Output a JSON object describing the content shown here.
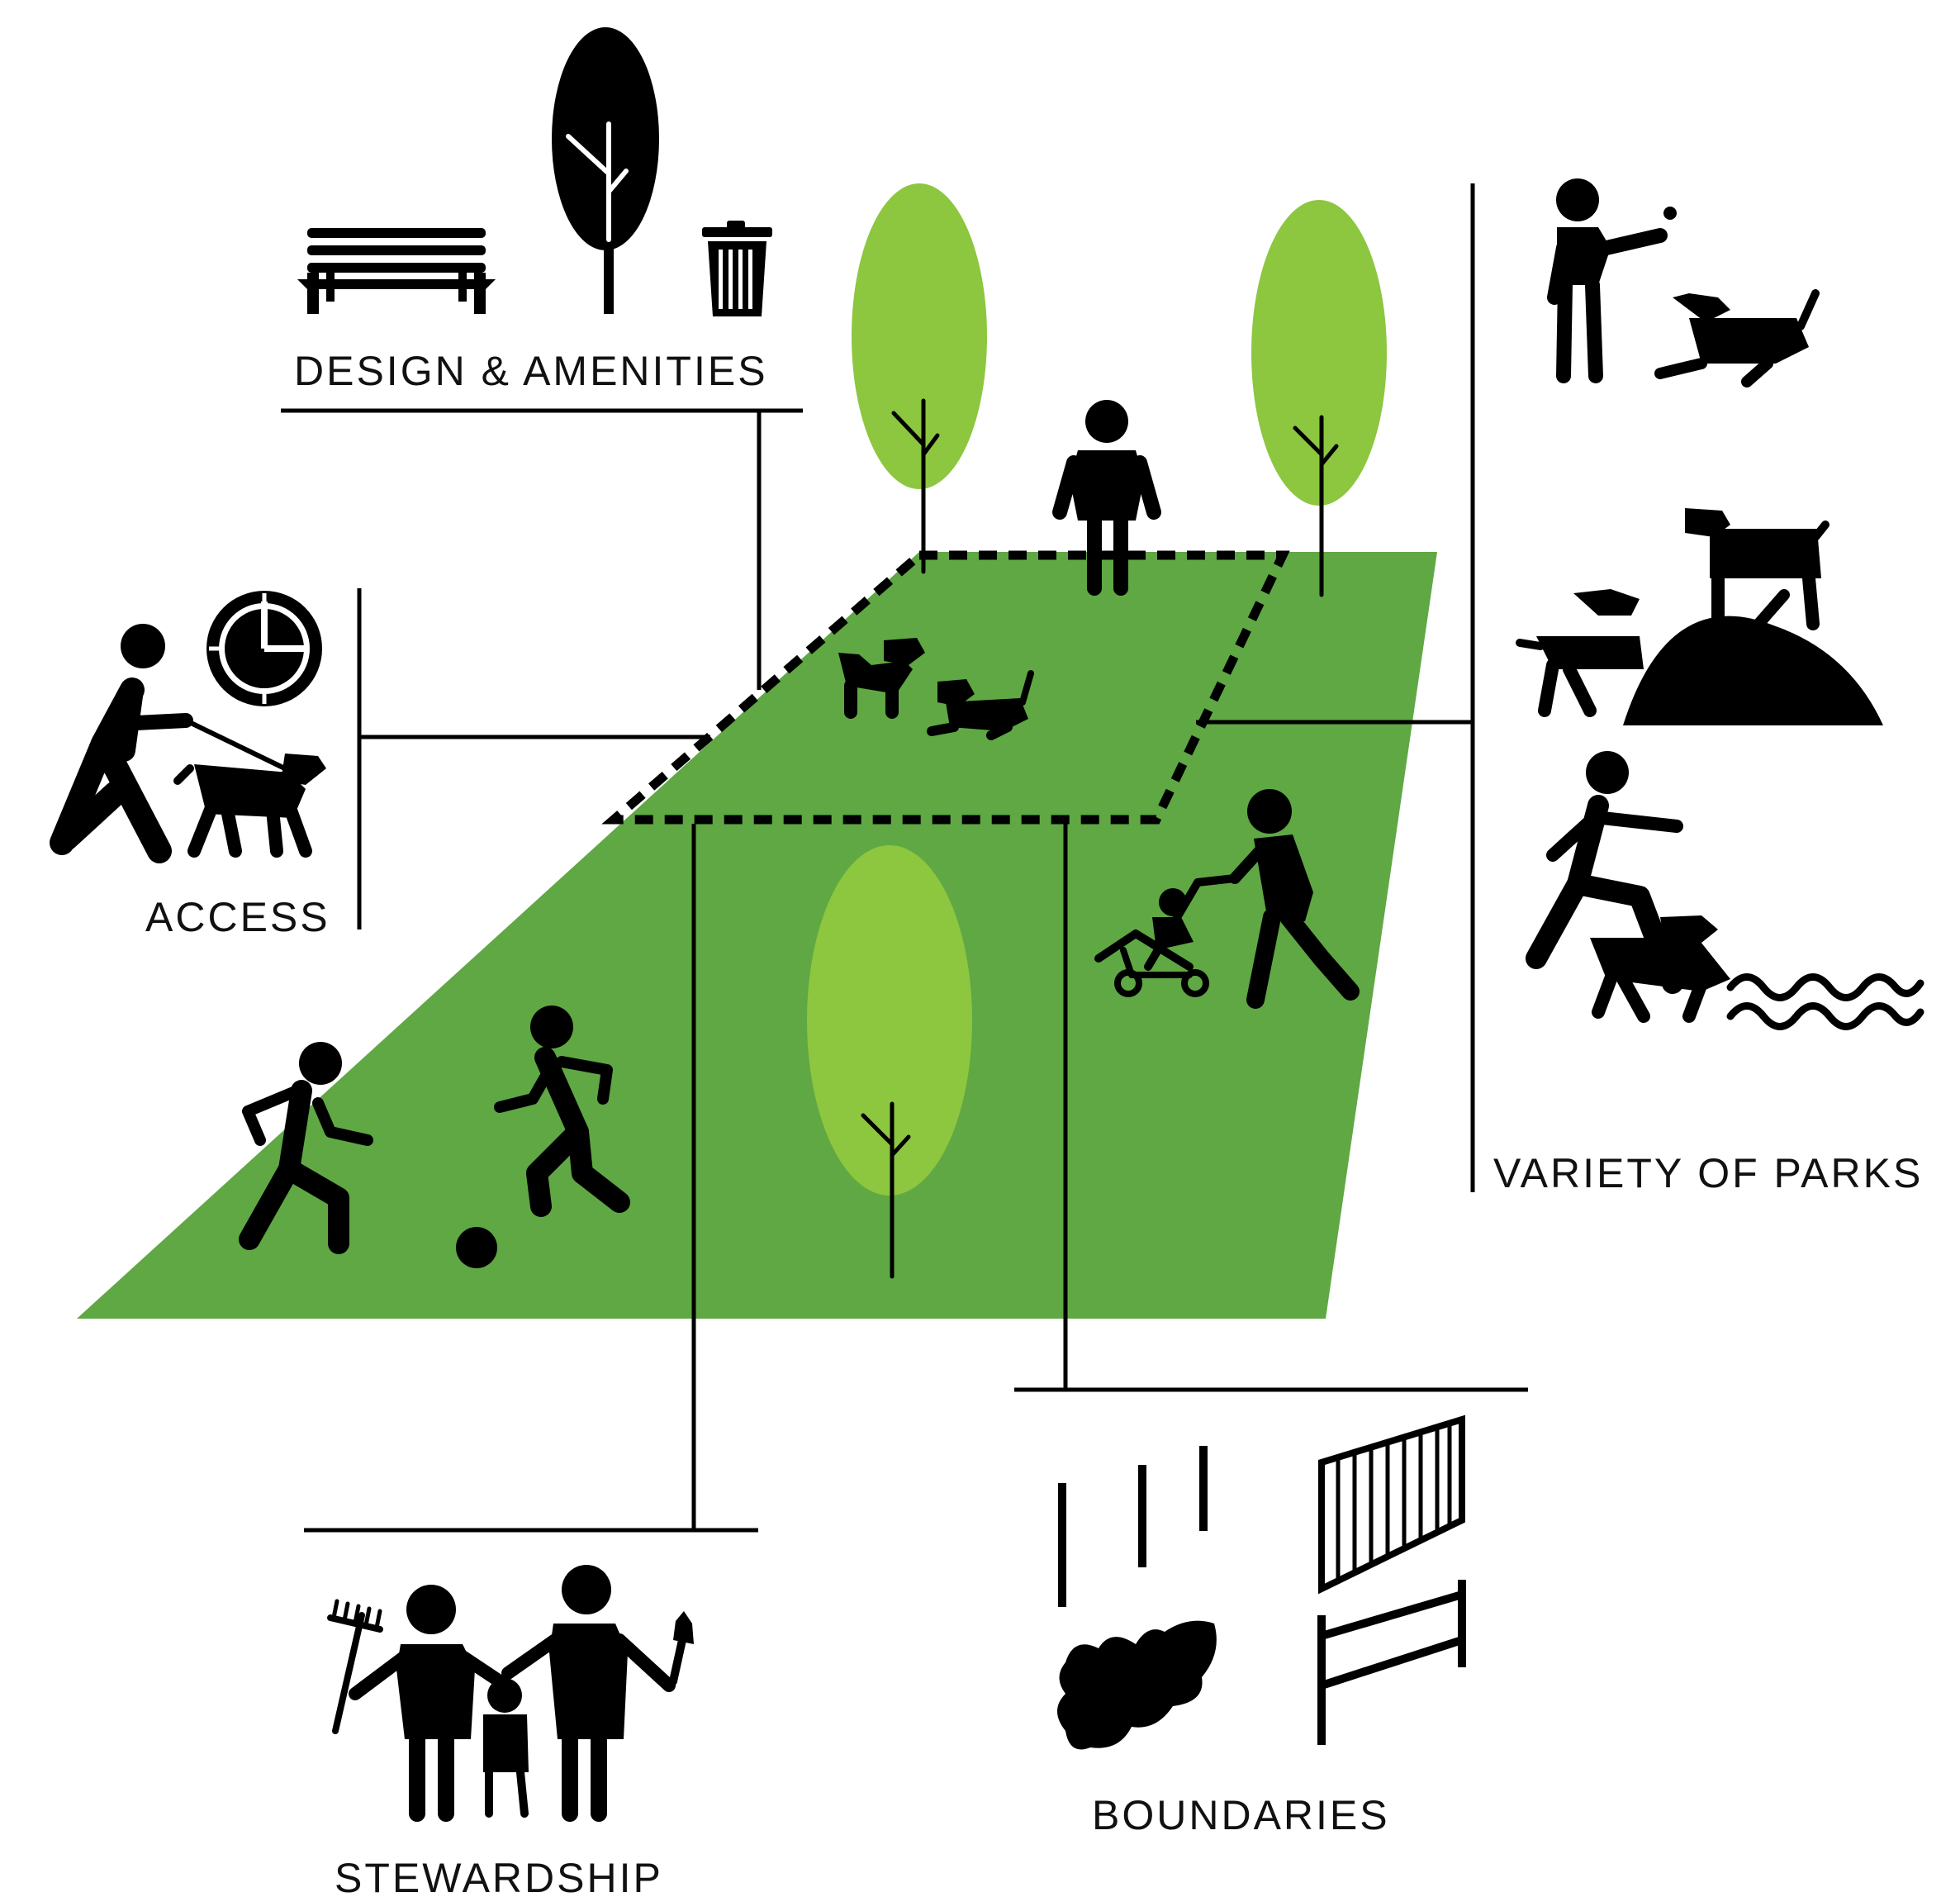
{
  "labels": {
    "design_amenities": "DESIGN & AMENITIES",
    "access": "ACCESS",
    "variety_of_parks": "VARIETY OF PARKS",
    "boundaries": "BOUNDARIES",
    "stewardship": "STEWARDSHIP"
  },
  "colors": {
    "park_green": "#5fa844",
    "tree_light_green": "#8dc63f",
    "icon_black": "#000000",
    "background": "#ffffff"
  },
  "icons": [
    "bench-icon",
    "tree-icon",
    "trash-can-icon",
    "clock-icon",
    "person-walking-dog-icon",
    "person-throwing-ball-icon",
    "dog-lying-icon",
    "dog-on-hill-icon",
    "person-dog-water-icon",
    "water-waves-icon",
    "person-standing-icon",
    "dog-pair-icon",
    "stroller-person-icon",
    "soccer-players-icon",
    "stewards-icon",
    "rake-icon",
    "trowel-icon",
    "posts-icon",
    "shrub-icon",
    "picket-fence-icon",
    "rail-fence-icon"
  ]
}
